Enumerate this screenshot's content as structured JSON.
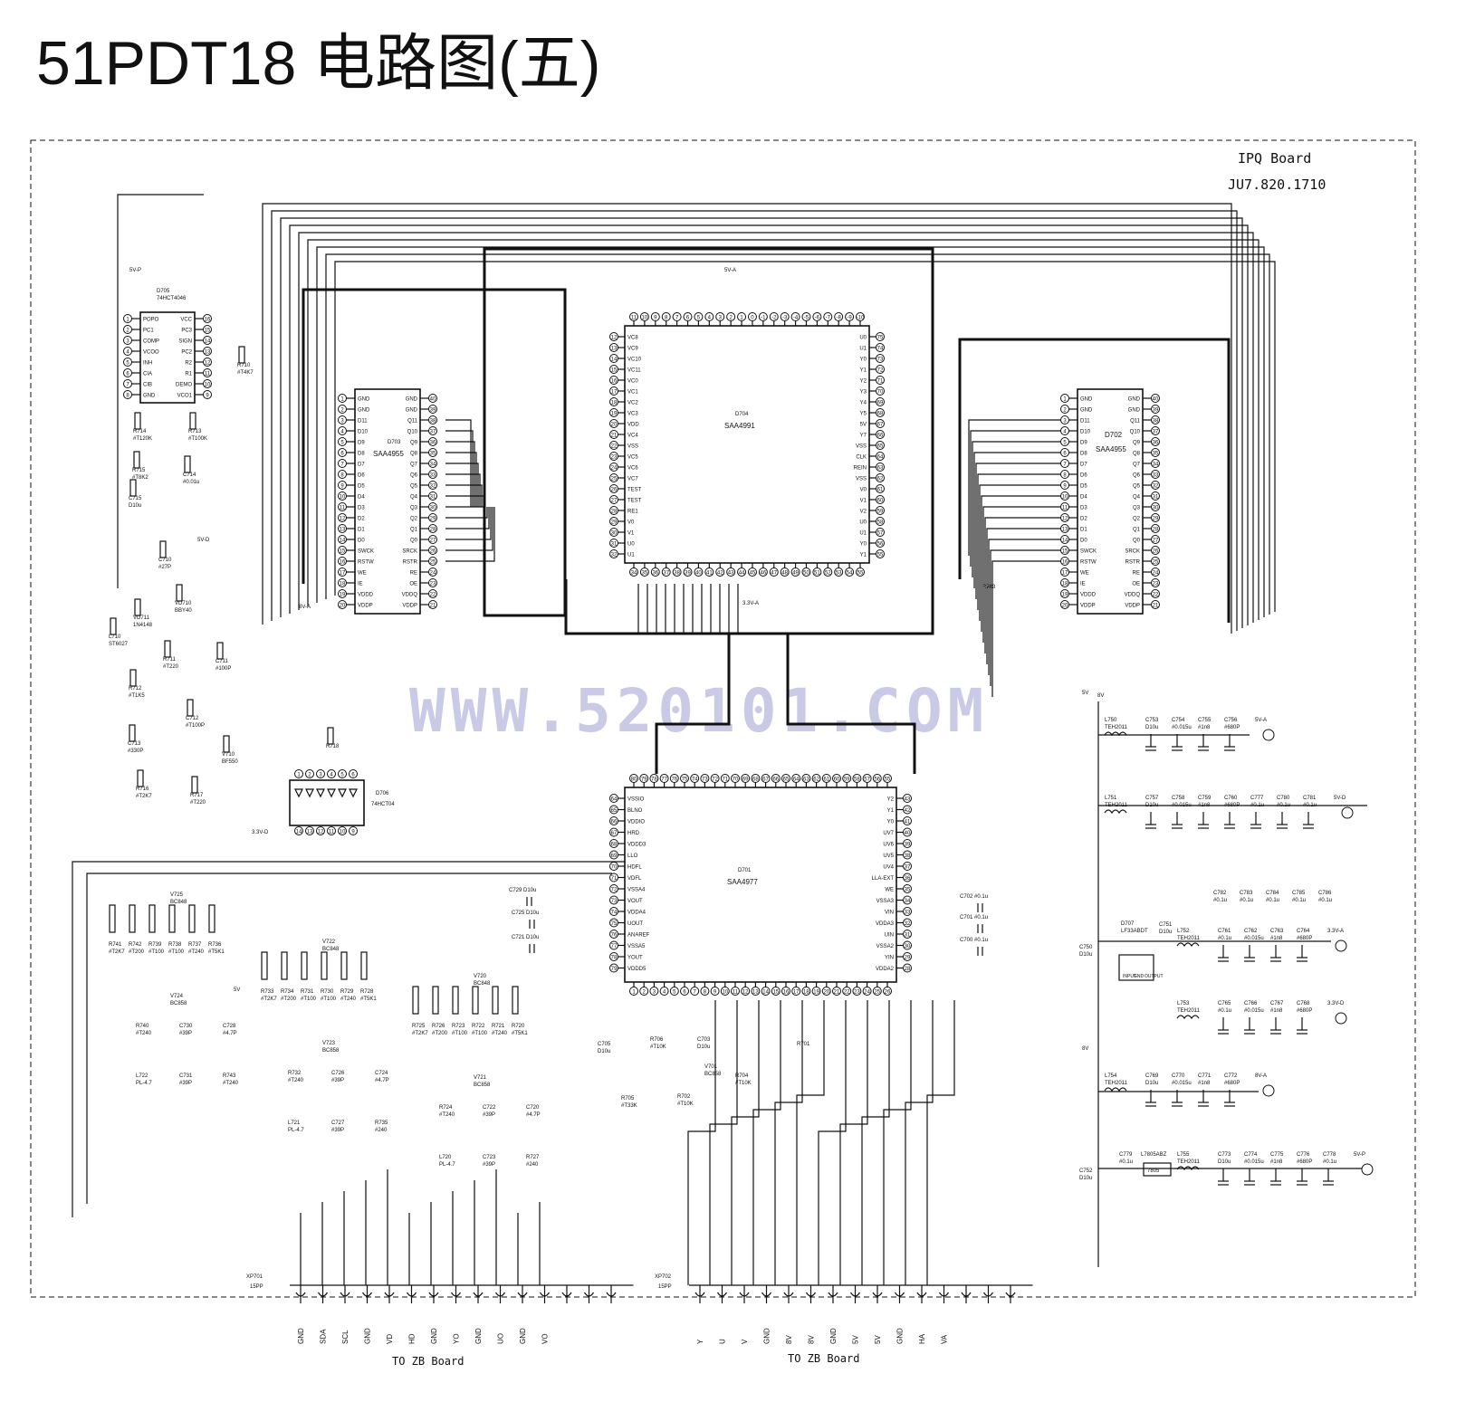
{
  "title": "51PDT18 电路图(五)",
  "board": {
    "name": "IPQ Board",
    "code": "JU7.820.1710"
  },
  "watermark": "WWW.520101.COM",
  "chips": [
    {
      "ref": "D705",
      "part": "74HCT4046",
      "left_pins": [
        "POPO",
        "PC1",
        "COMP",
        "VCOO",
        "INH",
        "CIA",
        "CIB",
        "GND"
      ],
      "right_pins": [
        "VCC",
        "PC3",
        "SIGN",
        "PC2",
        "R2",
        "R1",
        "DEMO",
        "VCO1"
      ]
    },
    {
      "ref": "D703",
      "part": "SAA4955",
      "left_pins": [
        "GND",
        "GND",
        "D11",
        "D10",
        "D9",
        "D8",
        "D7",
        "D6",
        "D5",
        "D4",
        "D3",
        "D2",
        "D1",
        "D0",
        "SWCK",
        "RSTW",
        "WE",
        "IE",
        "VDDD",
        "VDDP"
      ],
      "right_pins": [
        "GND",
        "GND",
        "Q11",
        "Q10",
        "Q9",
        "Q8",
        "Q7",
        "Q6",
        "Q5",
        "Q4",
        "Q3",
        "Q2",
        "Q1",
        "Q0",
        "SRCK",
        "RSTR",
        "RE",
        "OE",
        "VDDQ",
        "VDDP"
      ]
    },
    {
      "ref": "D702",
      "part": "SAA4955",
      "left_pins": [
        "GND",
        "GND",
        "D11",
        "D10",
        "D9",
        "D8",
        "D7",
        "D6",
        "D5",
        "D4",
        "D3",
        "D2",
        "D1",
        "D0",
        "SWCK",
        "RSTW",
        "WE",
        "IE",
        "VDDD",
        "VDDP"
      ],
      "right_pins": [
        "GND",
        "GND",
        "Q11",
        "Q10",
        "Q9",
        "Q8",
        "Q7",
        "Q6",
        "Q5",
        "Q4",
        "Q3",
        "Q2",
        "Q1",
        "Q0",
        "SRCK",
        "RSTR",
        "RE",
        "OE",
        "VDDQ",
        "VDDP"
      ]
    },
    {
      "ref": "D704",
      "part": "SAA4991",
      "left_pins": [
        "VC8",
        "VC9",
        "VC10",
        "VC11",
        "VC0",
        "VC1",
        "VC2",
        "VC3",
        "VDD",
        "VC4",
        "VSS",
        "VC5",
        "VC6",
        "VC7",
        "TEST",
        "TEST",
        "RE1",
        "V0",
        "V1",
        "U0",
        "U1"
      ],
      "right_pins": [
        "U0",
        "U1",
        "Y0",
        "Y1",
        "Y2",
        "Y3",
        "Y4",
        "Y5",
        "5V",
        "Y7",
        "VSS",
        "CLK",
        "REIN",
        "VSS",
        "V0",
        "V1",
        "V2",
        "U0",
        "U1",
        "Y0",
        "Y1"
      ]
    },
    {
      "ref": "D701",
      "part": "SAA4977",
      "left_pins": [
        "VSSIO",
        "BLNO",
        "VDDIO",
        "HRD",
        "VDDD3",
        "LLO",
        "HDFL",
        "VDFL",
        "VSSA4",
        "VOUT",
        "VDDA4",
        "UOUT",
        "ANAREF",
        "VSSA5",
        "YOUT",
        "VDDD5"
      ],
      "right_pins": [
        "Y2",
        "Y1",
        "Y0",
        "UV7",
        "UV6",
        "UV5",
        "UV4",
        "LLA-EXT",
        "WE",
        "VSSA3",
        "VIN",
        "VDDA3",
        "UIN",
        "VSSA2",
        "YIN",
        "VDDA2"
      ]
    },
    {
      "ref": "D706",
      "part": "74HCT04"
    },
    {
      "ref": "D707",
      "part": "LF33ABDT"
    }
  ],
  "supplies": [
    "5V-P",
    "5V-D",
    "3.3V-D",
    "5V-A",
    "8V-A",
    "3.3V-A",
    "5V",
    "8V"
  ],
  "filter_banks": [
    {
      "inductor": "L750",
      "type": "TEH2011",
      "caps": [
        [
          "C753",
          "D10u"
        ],
        [
          "C754",
          "#0.015u"
        ],
        [
          "C755",
          "#1n8"
        ],
        [
          "C756",
          "#680P"
        ]
      ],
      "out": "5V-A",
      "in": "5V"
    },
    {
      "inductor": "L751",
      "type": "TEH2011",
      "caps": [
        [
          "C757",
          "D10u"
        ],
        [
          "C758",
          "#0.015u"
        ],
        [
          "C759",
          "#1n8"
        ],
        [
          "C760",
          "#680P"
        ],
        [
          "C777",
          "#0.1u"
        ],
        [
          "C780",
          "#0.1u"
        ],
        [
          "C781",
          "#0.1u"
        ]
      ],
      "caps2": [
        [
          "C782",
          "#0.1u"
        ],
        [
          "C783",
          "#0.1u"
        ],
        [
          "C784",
          "#0.1u"
        ],
        [
          "C785",
          "#0.1u"
        ],
        [
          "C786",
          "#0.1u"
        ]
      ],
      "out": "5V-D"
    },
    {
      "inductor": "L752",
      "type": "TEH2011",
      "caps": [
        [
          "C761",
          "#0.1u"
        ],
        [
          "C762",
          "#0.015u"
        ],
        [
          "C763",
          "#1n8"
        ],
        [
          "C764",
          "#680P"
        ]
      ],
      "out": "3.3V-A"
    },
    {
      "inductor": "L753",
      "type": "TEH2011",
      "caps": [
        [
          "C765",
          "#0.1u"
        ],
        [
          "C766",
          "#0.015u"
        ],
        [
          "C767",
          "#1n8"
        ],
        [
          "C768",
          "#680P"
        ]
      ],
      "out": "3.3V-D"
    },
    {
      "inductor": "L754",
      "type": "TEH2011",
      "caps": [
        [
          "C769",
          "D10u"
        ],
        [
          "C770",
          "#0.015u"
        ],
        [
          "C771",
          "#1n8"
        ],
        [
          "C772",
          "#680P"
        ]
      ],
      "out": "8V-A",
      "in": "8V"
    },
    {
      "inductor": "L755",
      "type": "TEH2011",
      "caps": [
        [
          "C773",
          "D10u"
        ],
        [
          "C774",
          "#0.015u"
        ],
        [
          "C775",
          "#1n8"
        ],
        [
          "C776",
          "#680P"
        ],
        [
          "C778",
          "#0.1u"
        ]
      ],
      "out": "5V-P"
    }
  ],
  "regulators": [
    [
      "D707",
      "LF33ABDT"
    ],
    [
      "L7805ABZ",
      "7805"
    ]
  ],
  "regulator_pins": [
    "INPUT",
    "GND",
    "OUTPUT"
  ],
  "misc_caps": [
    [
      "C750",
      "D10u"
    ],
    [
      "C751",
      "D10u"
    ],
    [
      "C752",
      "D10u"
    ],
    [
      "C779",
      "#0.1u"
    ]
  ],
  "pll_parts": [
    [
      "R710",
      "#T4K7"
    ],
    [
      "R714",
      "#T120K"
    ],
    [
      "R713",
      "#T100K"
    ],
    [
      "R715",
      "#T8K2"
    ],
    [
      "C714",
      "#0.01u"
    ],
    [
      "C715",
      "D10u"
    ],
    [
      "C710",
      "#27P"
    ],
    [
      "VD710",
      "BBY40"
    ],
    [
      "VD711",
      "1N4148"
    ],
    [
      "L710",
      "ST6027"
    ],
    [
      "R711",
      "#T220"
    ],
    [
      "C711",
      "#100P"
    ],
    [
      "R712",
      "#T1K5"
    ],
    [
      "C712",
      "#T100P"
    ],
    [
      "C713",
      "#330P"
    ],
    [
      "V710",
      "BF550"
    ],
    [
      "R716",
      "#T2K7"
    ],
    [
      "R717",
      "#T220"
    ],
    [
      "R718",
      ""
    ]
  ],
  "filter_parts": [
    [
      "V725",
      "BC848"
    ],
    [
      "V724",
      "BC858"
    ],
    [
      "R741",
      "#T2K7"
    ],
    [
      "R742",
      "#T200"
    ],
    [
      "R739",
      "#T100"
    ],
    [
      "R738",
      "#T100"
    ],
    [
      "R737",
      "#T240"
    ],
    [
      "R736",
      "#T5K1"
    ],
    [
      "R740",
      "#T240"
    ],
    [
      "C730",
      "#39P"
    ],
    [
      "C728",
      "#4.7P"
    ],
    [
      "L722",
      "PL-4.7"
    ],
    [
      "C731",
      "#39P"
    ],
    [
      "R743",
      "#T240"
    ],
    [
      "V722",
      "BC848"
    ],
    [
      "V723",
      "BC858"
    ],
    [
      "R733",
      "#T2K7"
    ],
    [
      "R734",
      "#T200"
    ],
    [
      "R731",
      "#T100"
    ],
    [
      "R730",
      "#T100"
    ],
    [
      "R729",
      "#T240"
    ],
    [
      "R728",
      "#T5K1"
    ],
    [
      "R732",
      "#T240"
    ],
    [
      "C726",
      "#39P"
    ],
    [
      "C724",
      "#4.7P"
    ],
    [
      "L721",
      "PL-4.7"
    ],
    [
      "C727",
      "#39P"
    ],
    [
      "R735",
      "#240"
    ],
    [
      "V720",
      "BC848"
    ],
    [
      "V721",
      "BC858"
    ],
    [
      "R725",
      "#T2K7"
    ],
    [
      "R726",
      "#T200"
    ],
    [
      "R723",
      "#T100"
    ],
    [
      "R722",
      "#T100"
    ],
    [
      "R721",
      "#T240"
    ],
    [
      "R720",
      "#T5K1"
    ],
    [
      "R724",
      "#T240"
    ],
    [
      "C722",
      "#39P"
    ],
    [
      "C720",
      "#4.7P"
    ],
    [
      "L720",
      "PL-4.7"
    ],
    [
      "C723",
      "#39P"
    ],
    [
      "R727",
      "#240"
    ]
  ],
  "reset_parts": [
    [
      "C705",
      "D10u"
    ],
    [
      "R706",
      "#T10K"
    ],
    [
      "C703",
      "D10u"
    ],
    [
      "V701",
      "BC858"
    ],
    [
      "R704",
      "#T10K"
    ],
    [
      "R705",
      "#T33K"
    ],
    [
      "R702",
      "#T10K"
    ],
    [
      "R701",
      ""
    ],
    [
      "R703",
      ""
    ]
  ],
  "coupling_caps": [
    [
      "C729",
      "D10u"
    ],
    [
      "C725",
      "D10u"
    ],
    [
      "C721",
      "D10u"
    ],
    [
      "C702",
      "#0.1u"
    ],
    [
      "C701",
      "#0.1u"
    ],
    [
      "C700",
      "#0.1u"
    ]
  ],
  "connector_xp701": {
    "ref": "XP701",
    "type": "15PP",
    "pins": [
      "GND",
      "SDA",
      "SCL",
      "GND",
      "VD",
      "HD",
      "GND",
      "YO",
      "GND",
      "UO",
      "GND",
      "VO",
      "",
      "",
      ""
    ],
    "dest": "TO ZB Board"
  },
  "connector_xp702": {
    "ref": "XP702",
    "type": "15PP",
    "pins": [
      "Y",
      "U",
      "V",
      "GND",
      "8V",
      "8V",
      "GND",
      "5V",
      "5V",
      "GND",
      "HA",
      "VA",
      "",
      "",
      ""
    ],
    "dest": "TO ZB Board"
  }
}
